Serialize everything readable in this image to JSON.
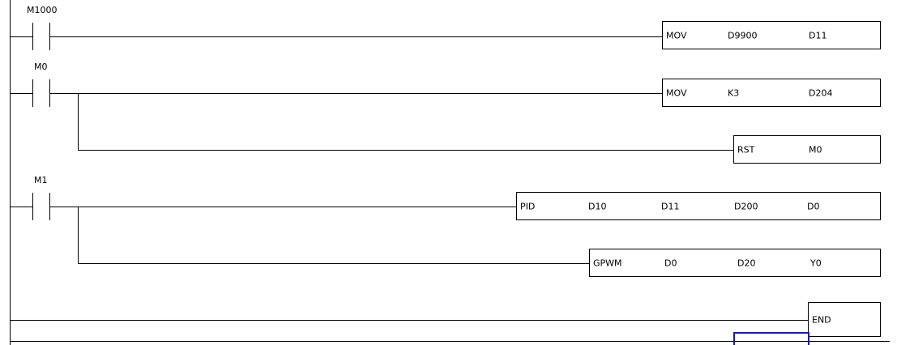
{
  "diagram": {
    "type": "plc-ladder-diagram",
    "language": "Ladder Logic (LD)",
    "left_rail_label": "",
    "rungs": [
      {
        "id": "rung-1",
        "contacts": [
          {
            "name": "M1000",
            "type": "normally-open"
          }
        ],
        "branches": [
          {
            "id": "rung-1-branch-1",
            "instructions": [
              {
                "operator": "MOV",
                "operands": [
                  "D9900",
                  "D11"
                ]
              }
            ]
          }
        ]
      },
      {
        "id": "rung-2",
        "contacts": [
          {
            "name": "M0",
            "type": "normally-open"
          }
        ],
        "branches": [
          {
            "id": "rung-2-branch-1",
            "instructions": [
              {
                "operator": "MOV",
                "operands": [
                  "K3",
                  "D204"
                ]
              }
            ]
          },
          {
            "id": "rung-2-branch-2",
            "instructions": [
              {
                "operator": "RST",
                "operands": [
                  "M0"
                ]
              }
            ]
          }
        ]
      },
      {
        "id": "rung-3",
        "contacts": [
          {
            "name": "M1",
            "type": "normally-open"
          }
        ],
        "branches": [
          {
            "id": "rung-3-branch-1",
            "instructions": [
              {
                "operator": "PID",
                "operands": [
                  "D10",
                  "D11",
                  "D200",
                  "D0"
                ]
              }
            ]
          },
          {
            "id": "rung-3-branch-2",
            "instructions": [
              {
                "operator": "GPWM",
                "operands": [
                  "D0",
                  "D20",
                  "Y0"
                ]
              }
            ]
          }
        ]
      },
      {
        "id": "rung-end",
        "contacts": [],
        "branches": [
          {
            "id": "rung-end-branch-1",
            "instructions": [
              {
                "operator": "END",
                "operands": []
              }
            ]
          }
        ]
      }
    ],
    "cursor": {
      "visible": true,
      "color": "#1a1aa8"
    },
    "colors": {
      "wire": "#000000",
      "text": "#000000",
      "background": "#ffffff",
      "cursor": "#1a1aa8"
    }
  },
  "labels": {
    "m1000": "M1000",
    "m0": "M0",
    "m1": "M1",
    "mov": "MOV",
    "rst": "RST",
    "pid": "PID",
    "gpwm": "GPWM",
    "end": "END",
    "d9900": "D9900",
    "d11": "D11",
    "k3": "K3",
    "d204": "D204",
    "m0_operand": "M0",
    "d10": "D10",
    "d11b": "D11",
    "d200": "D200",
    "d0": "D0",
    "d0b": "D0",
    "d20": "D20",
    "y0": "Y0"
  }
}
